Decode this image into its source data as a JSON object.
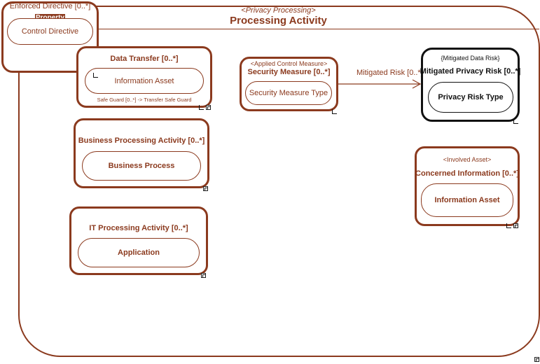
{
  "main": {
    "stereotype": "<Privacy Processing>",
    "title": "Processing Activity"
  },
  "enforced_directive": {
    "label": "Enforced Directive [0..*]",
    "badge": "Property",
    "type": "Control Directive"
  },
  "data_transfer": {
    "label": "Data Transfer [0..*]",
    "type": "Information Asset",
    "note": "Safe Guard [0..*] -> Transfer Safe Guard"
  },
  "security_measure": {
    "stereotype": "<Applied Control Measure>",
    "label": "Security Measure [0..*]",
    "type": "Security Measure Type"
  },
  "mitigated_risk": {
    "stereotype": "{Mitigated Data Risk}",
    "label": "Mitigated Privacy Risk [0..*]",
    "type": "Privacy Risk Type"
  },
  "connector": {
    "label": "Mitigated Risk [0..*]"
  },
  "business_processing": {
    "label": "Business Processing Activity [0..*]",
    "type": "Business Process"
  },
  "concerned_information": {
    "stereotype": "<Involved Asset>",
    "label": "Concerned Information [0..*]",
    "type": "Information Asset"
  },
  "it_processing": {
    "label": "IT Processing Activity [0..*]",
    "type": "Application"
  },
  "colors": {
    "accent": "#8b3a1e",
    "risk_border": "#111111",
    "background": "#ffffff"
  }
}
